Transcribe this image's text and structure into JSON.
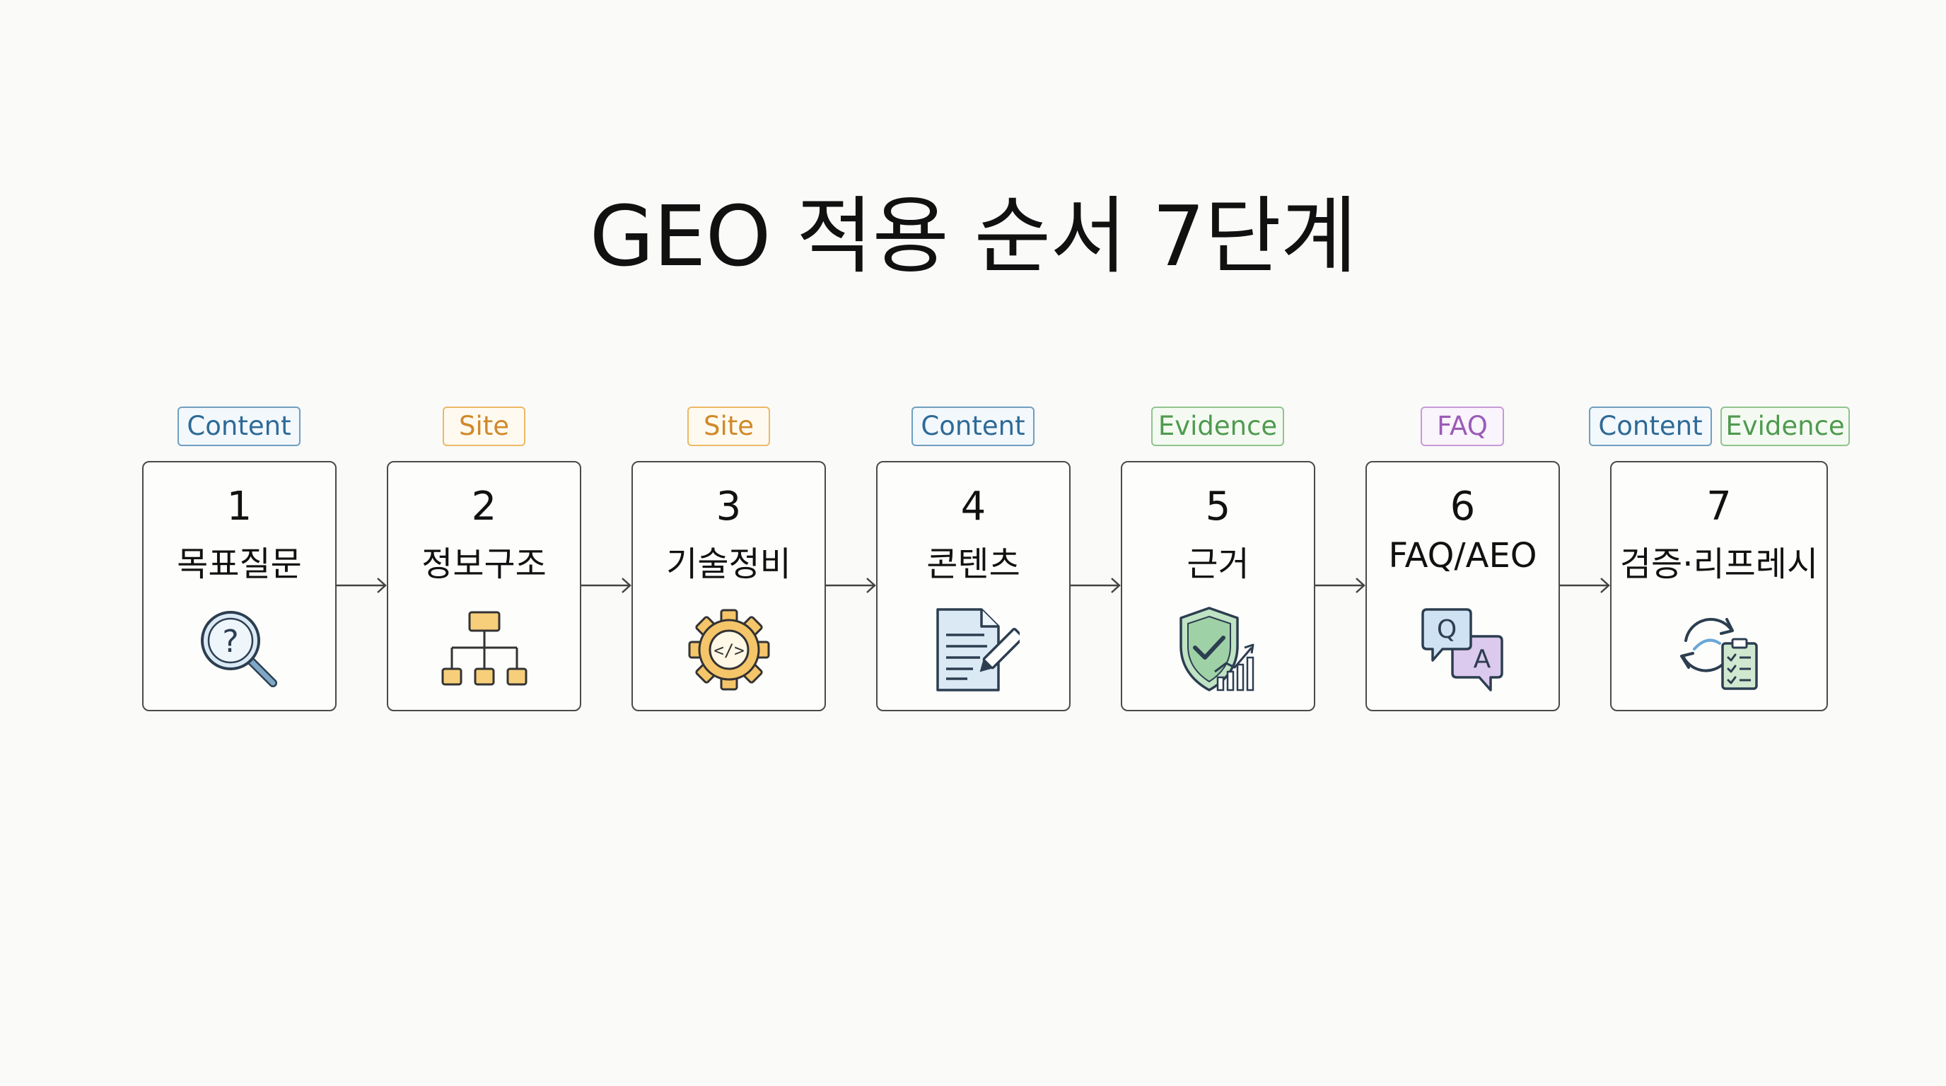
{
  "title": "GEO 적용 순서 7단계",
  "steps": [
    {
      "number": "1",
      "label": "목표질문",
      "tags": [
        "Content"
      ],
      "icon": "magnifier-question-icon"
    },
    {
      "number": "2",
      "label": "정보구조",
      "tags": [
        "Site"
      ],
      "icon": "hierarchy-icon"
    },
    {
      "number": "3",
      "label": "기술정비",
      "tags": [
        "Site"
      ],
      "icon": "gear-code-icon"
    },
    {
      "number": "4",
      "label": "콘텐츠",
      "tags": [
        "Content"
      ],
      "icon": "document-pen-icon"
    },
    {
      "number": "5",
      "label": "근거",
      "tags": [
        "Evidence"
      ],
      "icon": "shield-chart-icon"
    },
    {
      "number": "6",
      "label": "FAQ/AEO",
      "tags": [
        "FAQ"
      ],
      "icon": "qa-bubbles-icon"
    },
    {
      "number": "7",
      "label": "검증·리프레시",
      "tags": [
        "Content",
        "Evidence"
      ],
      "icon": "refresh-checklist-icon"
    }
  ],
  "icon_text": {
    "question": "?",
    "code": "</>",
    "q": "Q",
    "a": "A"
  },
  "colors": {
    "content": "#6f9fc0",
    "site": "#ecb866",
    "evidence": "#8fc48f",
    "faq": "#c79ad8",
    "card_border": "#4a4a4a",
    "background": "#fafaf8"
  }
}
